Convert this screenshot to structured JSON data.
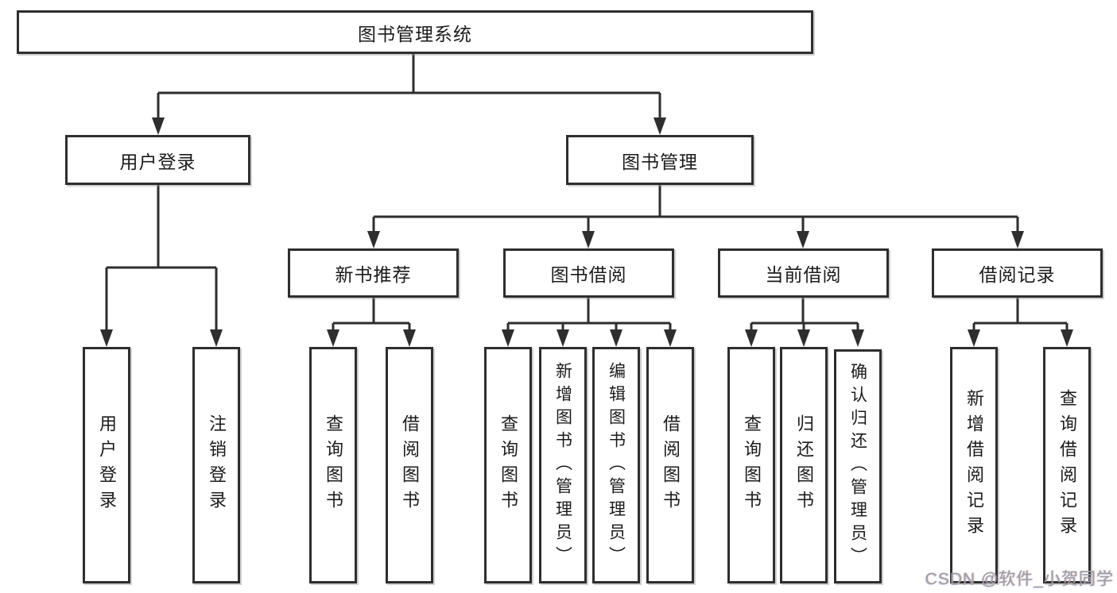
{
  "diagram": {
    "root": {
      "label": "图书管理系统"
    },
    "branches": [
      {
        "label": "用户登录",
        "children": [
          {
            "label": "用户登录"
          },
          {
            "label": "注销登录"
          }
        ]
      },
      {
        "label": "图书管理",
        "children": [
          {
            "label": "新书推荐",
            "children": [
              {
                "label": "查询图书"
              },
              {
                "label": "借阅图书"
              }
            ]
          },
          {
            "label": "图书借阅",
            "children": [
              {
                "label": "查询图书"
              },
              {
                "label": "新增图书（管理员）"
              },
              {
                "label": "编辑图书（管理员）"
              },
              {
                "label": "借阅图书"
              }
            ]
          },
          {
            "label": "当前借阅",
            "children": [
              {
                "label": "查询图书"
              },
              {
                "label": "归还图书"
              },
              {
                "label": "确认归还（管理员）"
              }
            ]
          },
          {
            "label": "借阅记录",
            "children": [
              {
                "label": "新增借阅记录"
              },
              {
                "label": "查询借阅记录"
              }
            ]
          }
        ]
      }
    ]
  },
  "watermark": {
    "text": "CSDN @软件_小贺同学"
  },
  "colors": {
    "line": "#2e2e2e",
    "text": "#1b1b1b",
    "background": "#ffffff",
    "watermark_gray": "#9e9e9e"
  }
}
